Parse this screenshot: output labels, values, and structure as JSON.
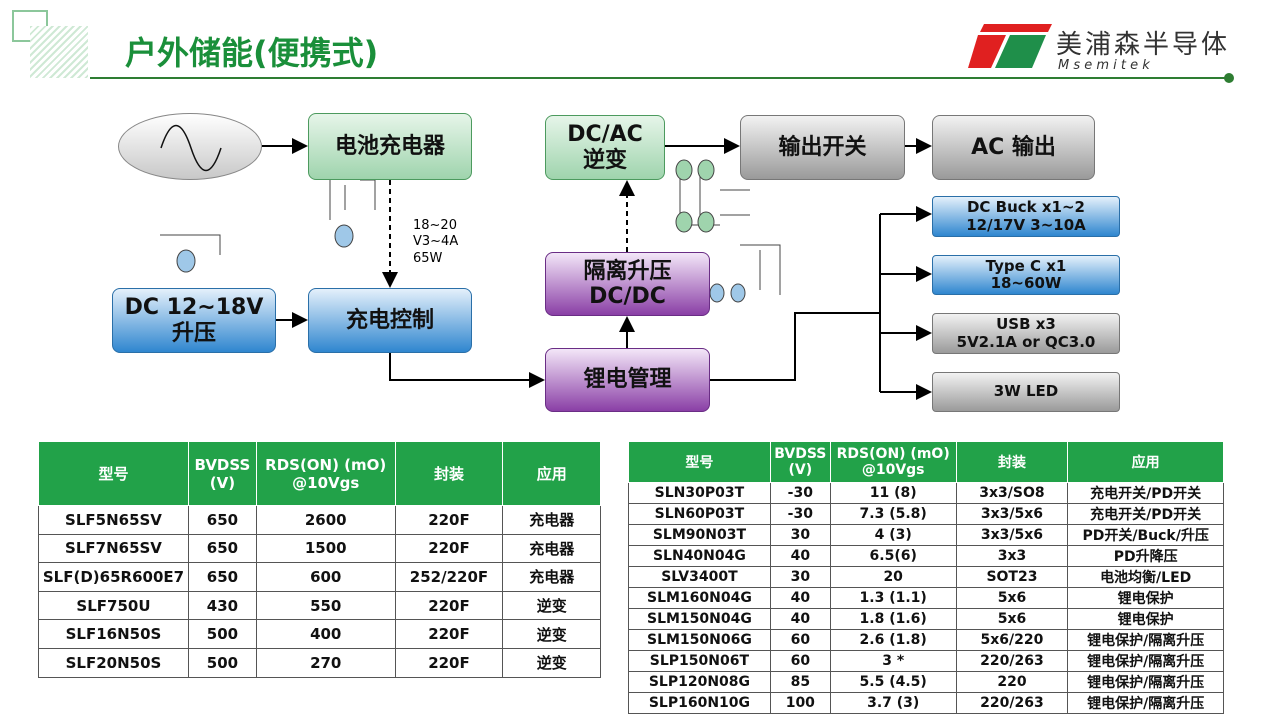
{
  "header": {
    "title": "户外储能(便携式)",
    "logo_cn": "美浦森半导体",
    "logo_en": "M s e m i t e k",
    "colors": {
      "accent": "#1a8f3a",
      "logo_red": "#e02020",
      "logo_green": "#1f8f4a"
    }
  },
  "diagram": {
    "charger": "电池充电器",
    "boost": [
      "DC 12~18V",
      "升压"
    ],
    "charge_ctrl": "充电控制",
    "spec": [
      "18~20",
      "V3~4A",
      "65W"
    ],
    "dcac": [
      "DC/AC",
      "逆变"
    ],
    "iso": [
      "隔离升压",
      "DC/DC"
    ],
    "bms": "锂电管理",
    "out_switch": "输出开关",
    "ac_out": "AC 输出",
    "dc_buck": [
      "DC Buck  x1~2",
      "12/17V  3~10A"
    ],
    "typec": [
      "Type C  x1",
      "18~60W"
    ],
    "usb": [
      "USB x3",
      "5V2.1A or QC3.0"
    ],
    "led": "3W LED"
  },
  "table1": {
    "headers": [
      "型号",
      "BVDSS (V)",
      "RDS(ON) (mO) @10Vgs",
      "封装",
      "应用"
    ],
    "rows": [
      [
        "SLF5N65SV",
        "650",
        "2600",
        "220F",
        "充电器"
      ],
      [
        "SLF7N65SV",
        "650",
        "1500",
        "220F",
        "充电器"
      ],
      [
        "SLF(D)65R600E7",
        "650",
        "600",
        "252/220F",
        "充电器"
      ],
      [
        "SLF750U",
        "430",
        "550",
        "220F",
        "逆变"
      ],
      [
        "SLF16N50S",
        "500",
        "400",
        "220F",
        "逆变"
      ],
      [
        "SLF20N50S",
        "500",
        "270",
        "220F",
        "逆变"
      ]
    ]
  },
  "table2": {
    "headers": [
      "型号",
      "BVDSS (V)",
      "RDS(ON) (mO) @10Vgs",
      "封装",
      "应用"
    ],
    "rows": [
      [
        "SLN30P03T",
        "-30",
        "11 (8)",
        "3x3/SO8",
        "充电开关/PD开关"
      ],
      [
        "SLN60P03T",
        "-30",
        "7.3 (5.8)",
        "3x3/5x6",
        "充电开关/PD开关"
      ],
      [
        "SLM90N03T",
        "30",
        "4 (3)",
        "3x3/5x6",
        "PD开关/Buck/升压"
      ],
      [
        "SLN40N04G",
        "40",
        "6.5(6)",
        "3x3",
        "PD升降压"
      ],
      [
        "SLV3400T",
        "30",
        "20",
        "SOT23",
        "电池均衡/LED"
      ],
      [
        "SLM160N04G",
        "40",
        "1.3 (1.1)",
        "5x6",
        "锂电保护"
      ],
      [
        "SLM150N04G",
        "40",
        "1.8 (1.6)",
        "5x6",
        "锂电保护"
      ],
      [
        "SLM150N06G",
        "60",
        "2.6 (1.8)",
        "5x6/220",
        "锂电保护/隔离升压"
      ],
      [
        "SLP150N06T",
        "60",
        "3 *",
        "220/263",
        "锂电保护/隔离升压"
      ],
      [
        "SLP120N08G",
        "85",
        "5.5 (4.5)",
        "220",
        "锂电保护/隔离升压"
      ],
      [
        "SLP160N10G",
        "100",
        "3.7 (3)",
        "220/263",
        "锂电保护/隔离升压"
      ]
    ]
  }
}
